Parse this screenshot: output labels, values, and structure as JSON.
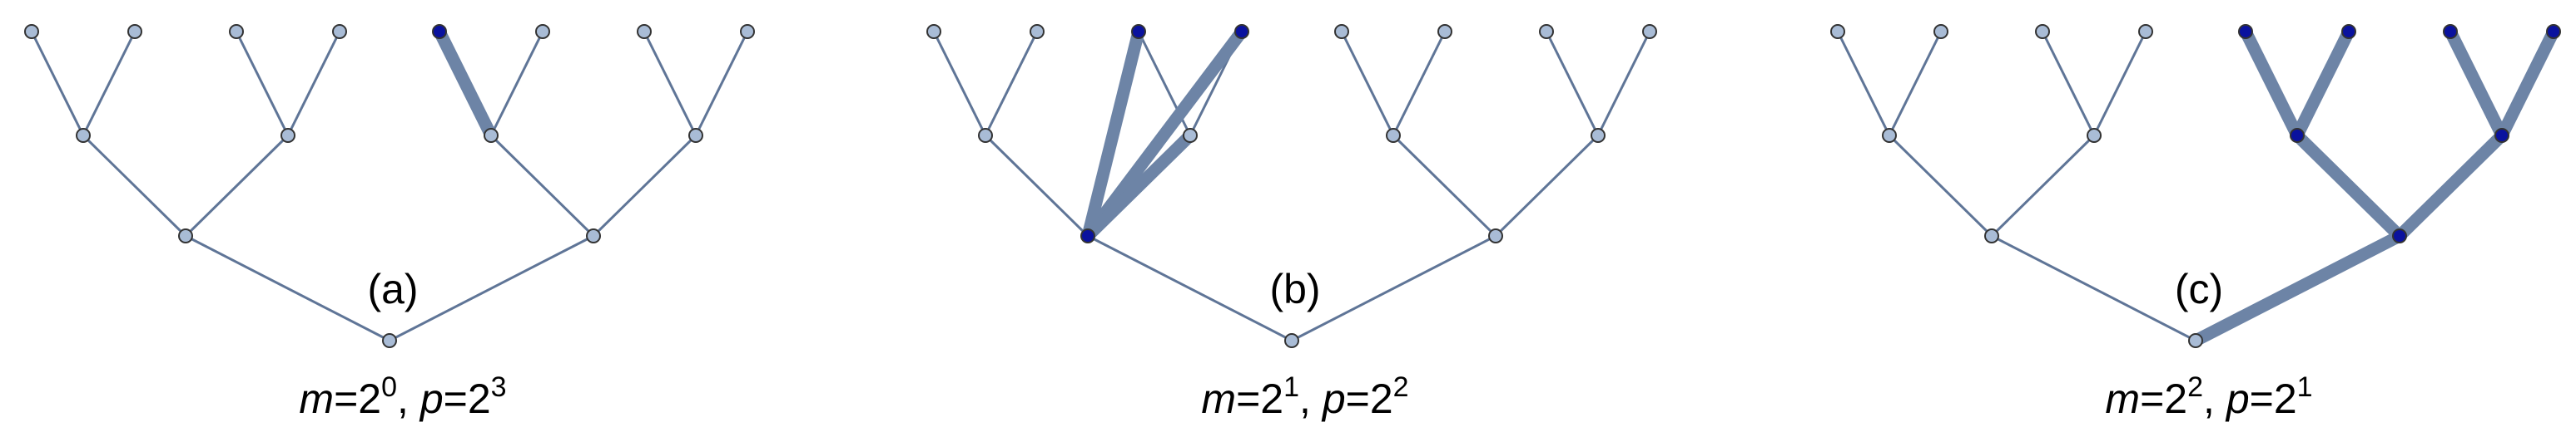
{
  "figure": {
    "colors": {
      "edge": "#5f7597",
      "highlight_edge": "#6d84a6",
      "node_fill": "#a9bcd6",
      "node_stroke": "#333333",
      "highlight_node": "#0a129e"
    },
    "panels": [
      {
        "label": "(a)",
        "caption": {
          "m_var": "m",
          "m_base": "=2",
          "m_exp": "0",
          "sep": ", ",
          "p_var": "p",
          "p_base": "=2",
          "p_exp": "3"
        },
        "highlight_nodes": [
          8
        ],
        "highlight_edges": [
          [
            8,
            4
          ]
        ]
      },
      {
        "label": "(b)",
        "caption": {
          "m_var": "m",
          "m_base": "=2",
          "m_exp": "1",
          "sep": ", ",
          "p_var": "p",
          "p_base": "=2",
          "p_exp": "2"
        },
        "highlight_nodes": [
          2,
          3,
          1
        ],
        "highlight_edges": [
          [
            2,
            1
          ],
          [
            3,
            1
          ],
          [
            1,
            0
          ]
        ]
      },
      {
        "label": "(c)",
        "caption": {
          "m_var": "m",
          "m_base": "=2",
          "m_exp": "2",
          "sep": ", ",
          "p_var": "p",
          "p_base": "=2",
          "p_exp": "1"
        },
        "highlight_nodes": [
          4,
          5,
          6,
          7,
          2,
          3,
          1
        ],
        "highlight_edges": [
          [
            4,
            2
          ],
          [
            5,
            2
          ],
          [
            6,
            3
          ],
          [
            7,
            3
          ],
          [
            2,
            1
          ],
          [
            3,
            1
          ],
          [
            1,
            0
          ]
        ]
      }
    ]
  }
}
